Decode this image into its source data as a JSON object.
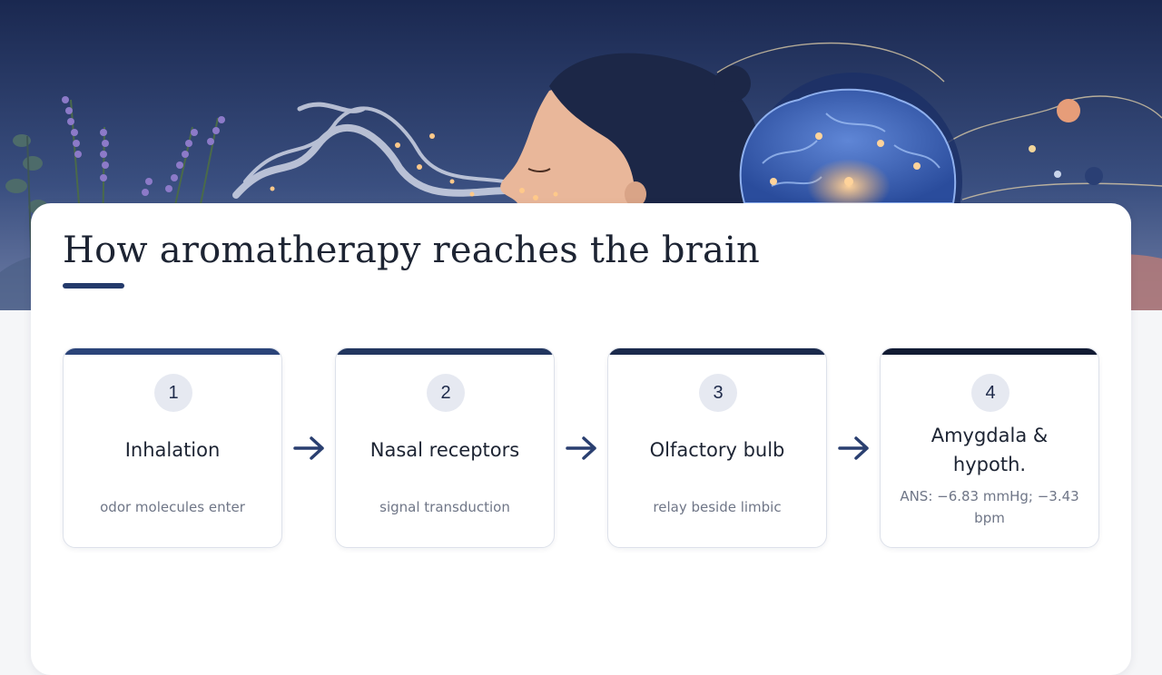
{
  "title": "How aromatherapy reaches the brain",
  "steps": [
    {
      "number": "1",
      "title": "Inhalation",
      "desc": "odor molecules enter"
    },
    {
      "number": "2",
      "title": "Nasal receptors",
      "desc": "signal transduction"
    },
    {
      "number": "3",
      "title": "Olfactory bulb",
      "desc": "relay beside limbic"
    },
    {
      "number": "4",
      "title": "Amygdala & hypoth.",
      "desc": "ANS: −6.83 mmHg; −3.43 bpm"
    }
  ],
  "colors": {
    "accent": "#243a6b",
    "step_tops": [
      "#2b4479",
      "#22365f",
      "#1b2a4c",
      "#121b33"
    ],
    "panel": "#ffffff",
    "text": "#1d2433",
    "muted": "#6f7687"
  },
  "icons": {
    "flow_arrow": "arrow-right-icon"
  }
}
